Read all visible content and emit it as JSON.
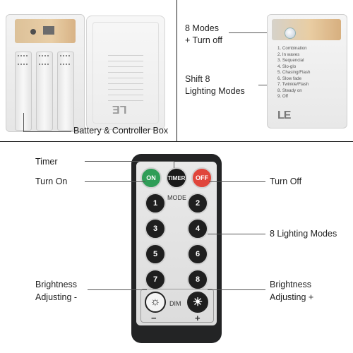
{
  "top_left": {
    "caption": "Battery & Controller Box",
    "lid_logo": "LE"
  },
  "top_right": {
    "label_modes_line1": "8 Modes",
    "label_modes_line2": "+ Turn off",
    "label_shift_line1": "Shift 8",
    "label_shift_line2": "Lighting Modes",
    "mode_list": [
      "1. Combination",
      "2. In waves",
      "3. Sequencial",
      "4. Slo-glo",
      "5. Chasing/Flash",
      "6. Slow fade",
      "7. Twinkle/Flash",
      "8. Steady on",
      "9. Off"
    ],
    "logo": "LE"
  },
  "remote": {
    "on_label": "ON",
    "timer_label": "TIMER",
    "off_label": "OFF",
    "mode_label": "MODE",
    "dim_label": "DIM",
    "minus_label": "−",
    "plus_label": "+",
    "numbers": [
      "1",
      "2",
      "3",
      "4",
      "5",
      "6",
      "7",
      "8"
    ],
    "colors": {
      "on": "#2f9d57",
      "off": "#e0453b",
      "body": "#232425"
    }
  },
  "callouts": {
    "timer": "Timer",
    "turn_on": "Turn On",
    "turn_off": "Turn Off",
    "lighting_modes": "8 Lighting Modes",
    "brightness_down_line1": "Brightness",
    "brightness_down_line2": "Adjusting -",
    "brightness_up_line1": "Brightness",
    "brightness_up_line2": "Adjusting +"
  }
}
